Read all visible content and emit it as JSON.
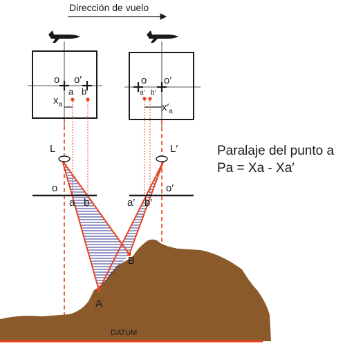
{
  "direction_label": "Dirección de vuelo",
  "formula": {
    "line1": "Paralaje del punto a",
    "line2": "Pa = Xa - Xa′"
  },
  "left_photo": {
    "principal_point": "o",
    "conjugate_point": "o′",
    "point_a": "a",
    "point_b": "b",
    "x_label": "x",
    "x_sub": "a"
  },
  "right_photo": {
    "principal_point": "o",
    "conjugate_point": "o′",
    "point_a": "a′",
    "point_b": "b′",
    "x_label": "x′",
    "x_sub": "a"
  },
  "left_station": "L",
  "right_station": "L′",
  "left_plane_labels": {
    "o": "o",
    "a": "a",
    "b": "b"
  },
  "right_plane_labels": {
    "a": "a′",
    "b": "b′",
    "o": "o′"
  },
  "ground_points": {
    "A": "A",
    "B": "B"
  },
  "datum_label": "DATUM",
  "colors": {
    "terrain": "#8B5A2B",
    "rays": "#E8431E",
    "hatch": "#2B2F8F",
    "datum": "#E8431E",
    "ink": "#1a1a1a"
  }
}
